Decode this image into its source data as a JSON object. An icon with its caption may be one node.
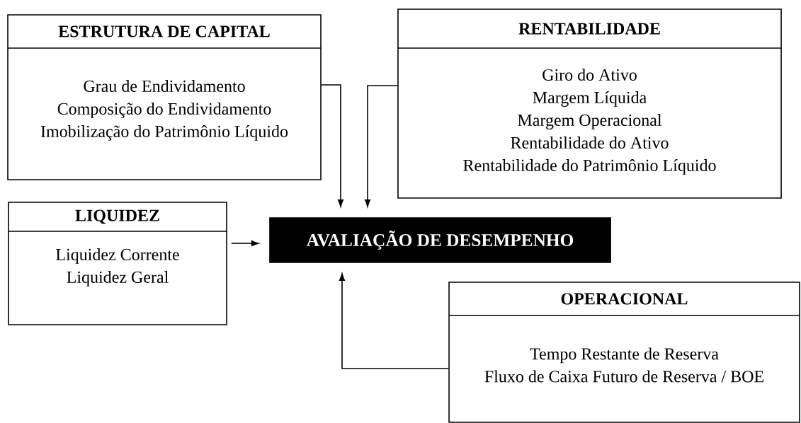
{
  "diagram": {
    "nodes": [
      {
        "text": [
          "ESTRUTURA DE CAPITAL",
          "Grau de Endividamento",
          "Composição do Endividamento",
          "Imobilização do Patrimônio Líquido"
        ]
      },
      {
        "text": [
          "RENTABILIDADE",
          "Giro do Ativo",
          "Margem Líquida",
          "Margem Operacional",
          "Rentabilidade do Ativo",
          "Rentabilidade do Patrimônio Líquido"
        ]
      },
      {
        "text": [
          "LIQUIDEZ",
          "Liquidez Corrente",
          "Liquidez Geral"
        ]
      },
      {
        "text": [
          "AVALIAÇÃO DE DESEMPENHO"
        ]
      },
      {
        "text": [
          "OPERACIONAL",
          "Tempo Restante de Reserva",
          "Fluxo de Caixa Futuro de Reserva / BOE"
        ]
      }
    ],
    "edges": [
      {
        "from": 0,
        "to": 3,
        "arrow": "to"
      },
      {
        "from": 1,
        "to": 3,
        "arrow": "to"
      },
      {
        "from": 2,
        "to": 3,
        "arrow": "to"
      },
      {
        "from": 4,
        "to": 3,
        "arrow": "to"
      }
    ]
  }
}
